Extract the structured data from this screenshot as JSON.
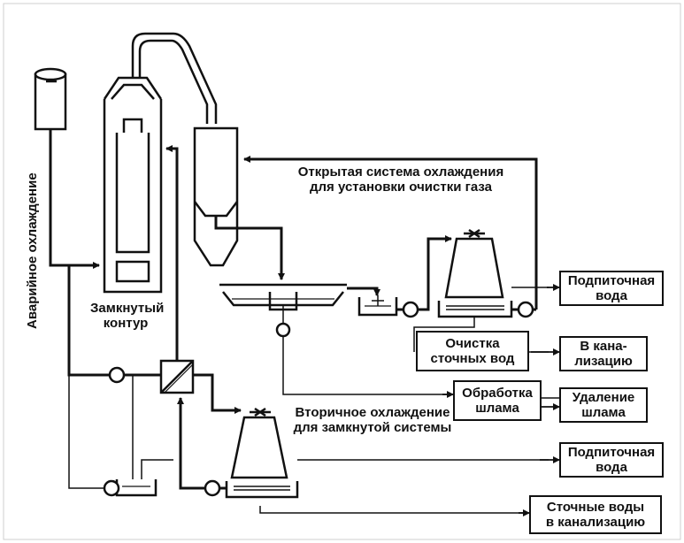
{
  "labels": {
    "emergency_cooling": "Аварийное охлаждение",
    "closed_loop_1": "Замкнутый",
    "closed_loop_2": "контур",
    "open_system_1": "Открытая система охлаждения",
    "open_system_2": "для установки очистки газа",
    "secondary_1": "Вторичное охлаждение",
    "secondary_2": "для замкнутой системы"
  },
  "boxes": {
    "makeup_water_top_1": "Подпиточная",
    "makeup_water_top_2": "вода",
    "wastewater_treatment_1": "Очистка",
    "wastewater_treatment_2": "сточных вод",
    "to_sewer_1": "В кана-",
    "to_sewer_2": "лизацию",
    "sludge_treatment_1": "Обработка",
    "sludge_treatment_2": "шлама",
    "sludge_removal_1": "Удаление",
    "sludge_removal_2": "шлама",
    "makeup_water_bottom_1": "Подпиточная",
    "makeup_water_bottom_2": "вода",
    "wastewater_sewer_1": "Сточные воды",
    "wastewater_sewer_2": "в канализацию"
  }
}
